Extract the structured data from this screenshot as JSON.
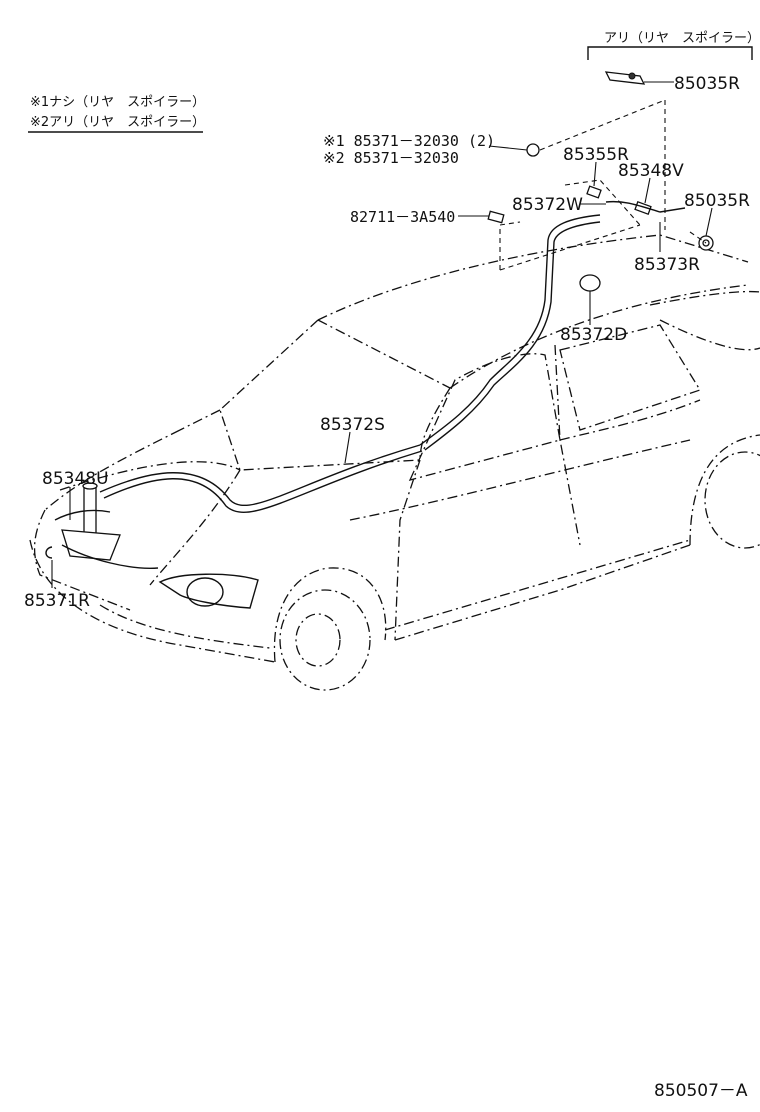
{
  "notes": {
    "note1": "※1ナシ（リヤ　スポイラー）",
    "note2": "※2アリ（リヤ　スポイラー）",
    "spoiler_box": "アリ（リヤ　スポイラー）"
  },
  "labels": {
    "p85035R_top": "85035R",
    "p85371_variant1": "※1 85371－32030 (2)",
    "p85371_variant2": "※2 85371－32030",
    "p85355R": "85355R",
    "p85348V": "85348V",
    "p85372W": "85372W",
    "p85035R_mid": "85035R",
    "p82711": "82711－3A540",
    "p85373R": "85373R",
    "p85372D": "85372D",
    "p85372S": "85372S",
    "p85348U": "85348U",
    "p85371R": "85371R"
  },
  "diagram_code": "850507－A",
  "colors": {
    "ink": "#111111",
    "background": "#ffffff"
  }
}
